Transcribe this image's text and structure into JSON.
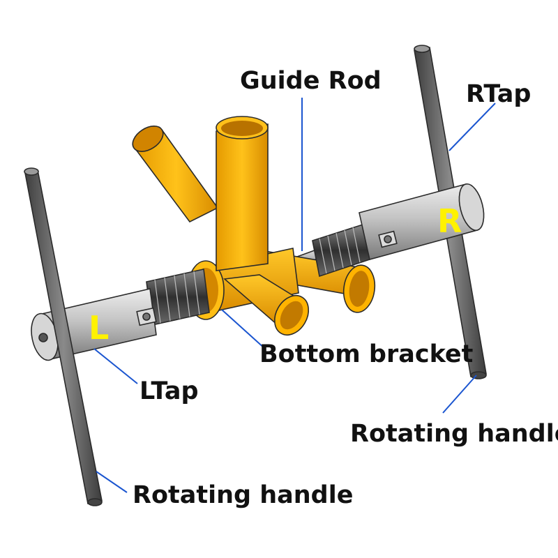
{
  "diagram": {
    "labels": {
      "guide_rod": "Guide Rod",
      "r_tap": "RTap",
      "l_tap": "LTap",
      "bottom_bracket": "Bottom bracket",
      "rotating_handle_right": "Rotating handle",
      "rotating_handle_left": "Rotating handle"
    },
    "badges": {
      "left": "L",
      "right": "R"
    },
    "colors": {
      "frame": "#f5b300",
      "frame_shade": "#d48a00",
      "metal": "#b9b9b9",
      "metal_dark": "#6d6d6d",
      "handle": "#5a5a5a",
      "leader": "#1a55d0",
      "badge": "#fff200"
    }
  }
}
